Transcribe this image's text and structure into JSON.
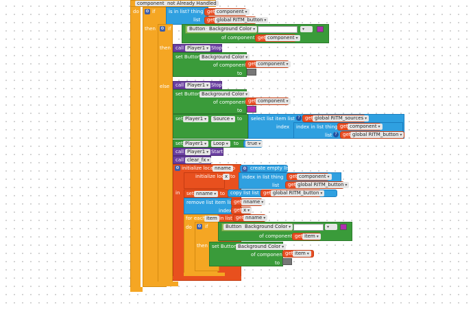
{
  "colors": {
    "event": "#f5a623",
    "control": "#f5a623",
    "logic": "#3c9ce5",
    "component": "#3a9b3a",
    "get": "#e94e24",
    "call": "#6a3fa0",
    "lists": "#2fa0e0",
    "local": "#e8501e",
    "swatch_purple": "#b02fb0",
    "swatch_gray": "#777777",
    "toggle": "#8fc25e"
  },
  "event_block": {
    "component_label": "component",
    "not_handled": "not Already Handled"
  },
  "kw": {
    "do": "do",
    "if": "if",
    "then": "then",
    "else": "else",
    "in": "in",
    "to": "to",
    "call": "call",
    "set": "set",
    "get": "get",
    "index": "index",
    "list": "list",
    "thing": "thing"
  },
  "cond": {
    "is_in_list": "is in list? thing",
    "get_component": "component",
    "global_ritm_button": "global RITM_button"
  },
  "inner_if": {
    "button": "Button",
    "bg_color": "Background Color",
    "of_component": "of component",
    "component": "component"
  },
  "player_stop": {
    "player": "Player1",
    "method": "Stop"
  },
  "set_button": {
    "label": "set Button.",
    "prop": "Background Color",
    "of_component": "of component",
    "component": "component"
  },
  "set_source": {
    "player": "Player1",
    "prop": "Source",
    "select_list_item": "select list item  list",
    "global_sources": "global RITM_sources",
    "index_in_list": "index in list  thing",
    "component": "component",
    "global_button": "global RITM_button"
  },
  "set_loop": {
    "player": "Player1",
    "prop": "Loop",
    "value": "true"
  },
  "player_start": {
    "player": "Player1",
    "method": "Start"
  },
  "clear_fx": {
    "name": "clear_fx"
  },
  "init_local": {
    "label": "initialize local",
    "nname": "nname",
    "create_empty": "create empty list",
    "label2": "initialize local",
    "x": "x",
    "index_in_list": "index in list  thing",
    "component": "component",
    "global_button": "global RITM_button"
  },
  "set_nname": {
    "nname": "nname",
    "copy_list": "copy list  list",
    "global_button": "global RITM_button"
  },
  "remove": {
    "label": "remove list item  list",
    "nname": "nname",
    "x": "x"
  },
  "for_each": {
    "label": "for each",
    "item": "item",
    "in_list": "in list",
    "nname": "nname"
  },
  "inner2": {
    "button": "Button",
    "bg_color": "Background Color",
    "of_component": "of component",
    "item": "item",
    "set_button": "set Button.",
    "prop": "Background Color",
    "item2": "item"
  }
}
